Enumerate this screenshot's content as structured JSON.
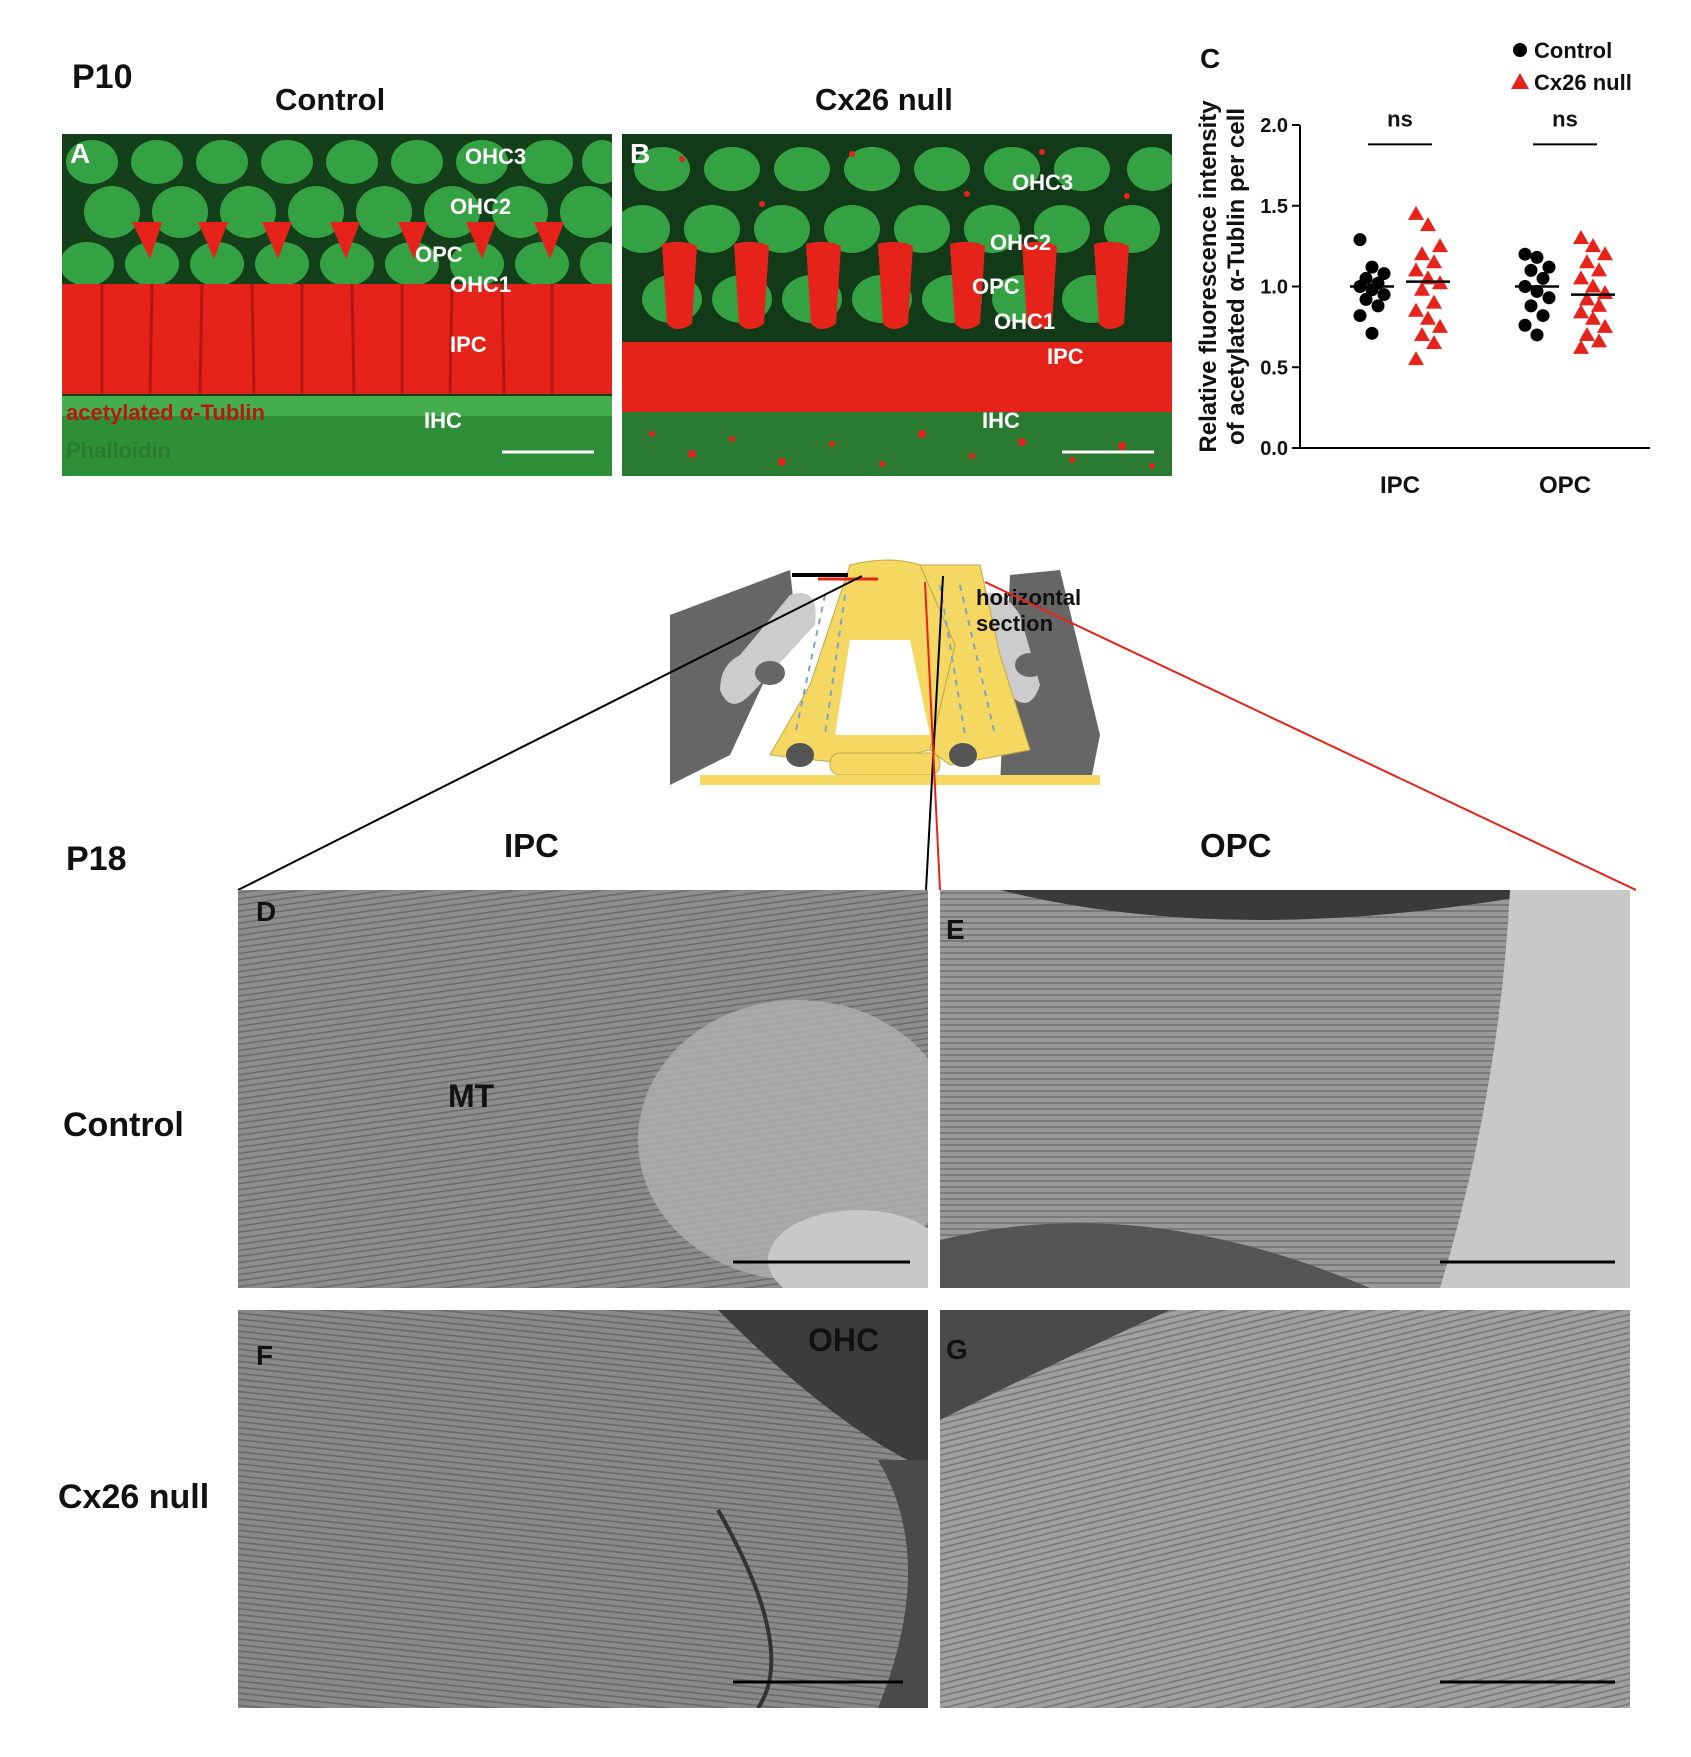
{
  "figure": {
    "top_stage": "P10",
    "bottom_stage": "P18",
    "col_control": "Control",
    "col_cx26": "Cx26 null",
    "panel_a": {
      "letter": "A",
      "labels": {
        "ohc3": "OHC3",
        "ohc2": "OHC2",
        "opc": "OPC",
        "ohc1": "OHC1",
        "ipc": "IPC",
        "ihc": "IHC"
      },
      "stain_red": "acetylated α-Tublin",
      "stain_green": "Phalloidin",
      "colors": {
        "red": "#e5231b",
        "green": "#2e9a3a"
      }
    },
    "panel_b": {
      "letter": "B",
      "labels": {
        "ohc3": "OHC3",
        "ohc2": "OHC2",
        "opc": "OPC",
        "ohc1": "OHC1",
        "ipc": "IPC",
        "ihc": "IHC"
      }
    },
    "panel_c": {
      "letter": "C"
    },
    "schematic": {
      "caption": "horizontal section"
    },
    "em": {
      "col_ipc": "IPC",
      "col_opc": "OPC",
      "row_control": "Control",
      "row_cx26": "Cx26 null",
      "d": {
        "letter": "D",
        "label": "MT"
      },
      "e": {
        "letter": "E"
      },
      "f": {
        "letter": "F",
        "label": "OHC"
      },
      "g": {
        "letter": "G"
      }
    }
  },
  "chart_data": {
    "type": "scatter",
    "ylabel_line1": "Relative fluorescence intensity",
    "ylabel_line2": "of acetylated α-Tublin per cell",
    "ylim": [
      0,
      2.0
    ],
    "yticks": [
      "0.0",
      "0.5",
      "1.0",
      "1.5",
      "2.0"
    ],
    "categories": [
      "IPC",
      "OPC"
    ],
    "legend": [
      {
        "name": "Control",
        "marker": "circle",
        "color": "#000000"
      },
      {
        "name": "Cx26 null",
        "marker": "triangle",
        "color": "#e5231b"
      }
    ],
    "significance": [
      "ns",
      "ns"
    ],
    "series": [
      {
        "name": "Control",
        "category": "IPC",
        "mean": 1.0,
        "values": [
          1.29,
          1.12,
          1.08,
          1.05,
          1.02,
          1.0,
          0.98,
          0.95,
          0.92,
          0.88,
          0.82,
          0.71
        ]
      },
      {
        "name": "Cx26 null",
        "category": "IPC",
        "mean": 1.03,
        "values": [
          1.45,
          1.38,
          1.25,
          1.2,
          1.15,
          1.1,
          1.05,
          1.02,
          0.98,
          0.9,
          0.85,
          0.8,
          0.75,
          0.7,
          0.65,
          0.55
        ]
      },
      {
        "name": "Control",
        "category": "OPC",
        "mean": 1.0,
        "values": [
          1.2,
          1.18,
          1.12,
          1.1,
          1.05,
          1.0,
          0.97,
          0.93,
          0.88,
          0.82,
          0.76,
          0.7
        ]
      },
      {
        "name": "Cx26 null",
        "category": "OPC",
        "mean": 0.95,
        "values": [
          1.3,
          1.25,
          1.2,
          1.15,
          1.1,
          1.05,
          1.0,
          0.96,
          0.92,
          0.88,
          0.84,
          0.8,
          0.75,
          0.7,
          0.66,
          0.62
        ]
      }
    ]
  }
}
